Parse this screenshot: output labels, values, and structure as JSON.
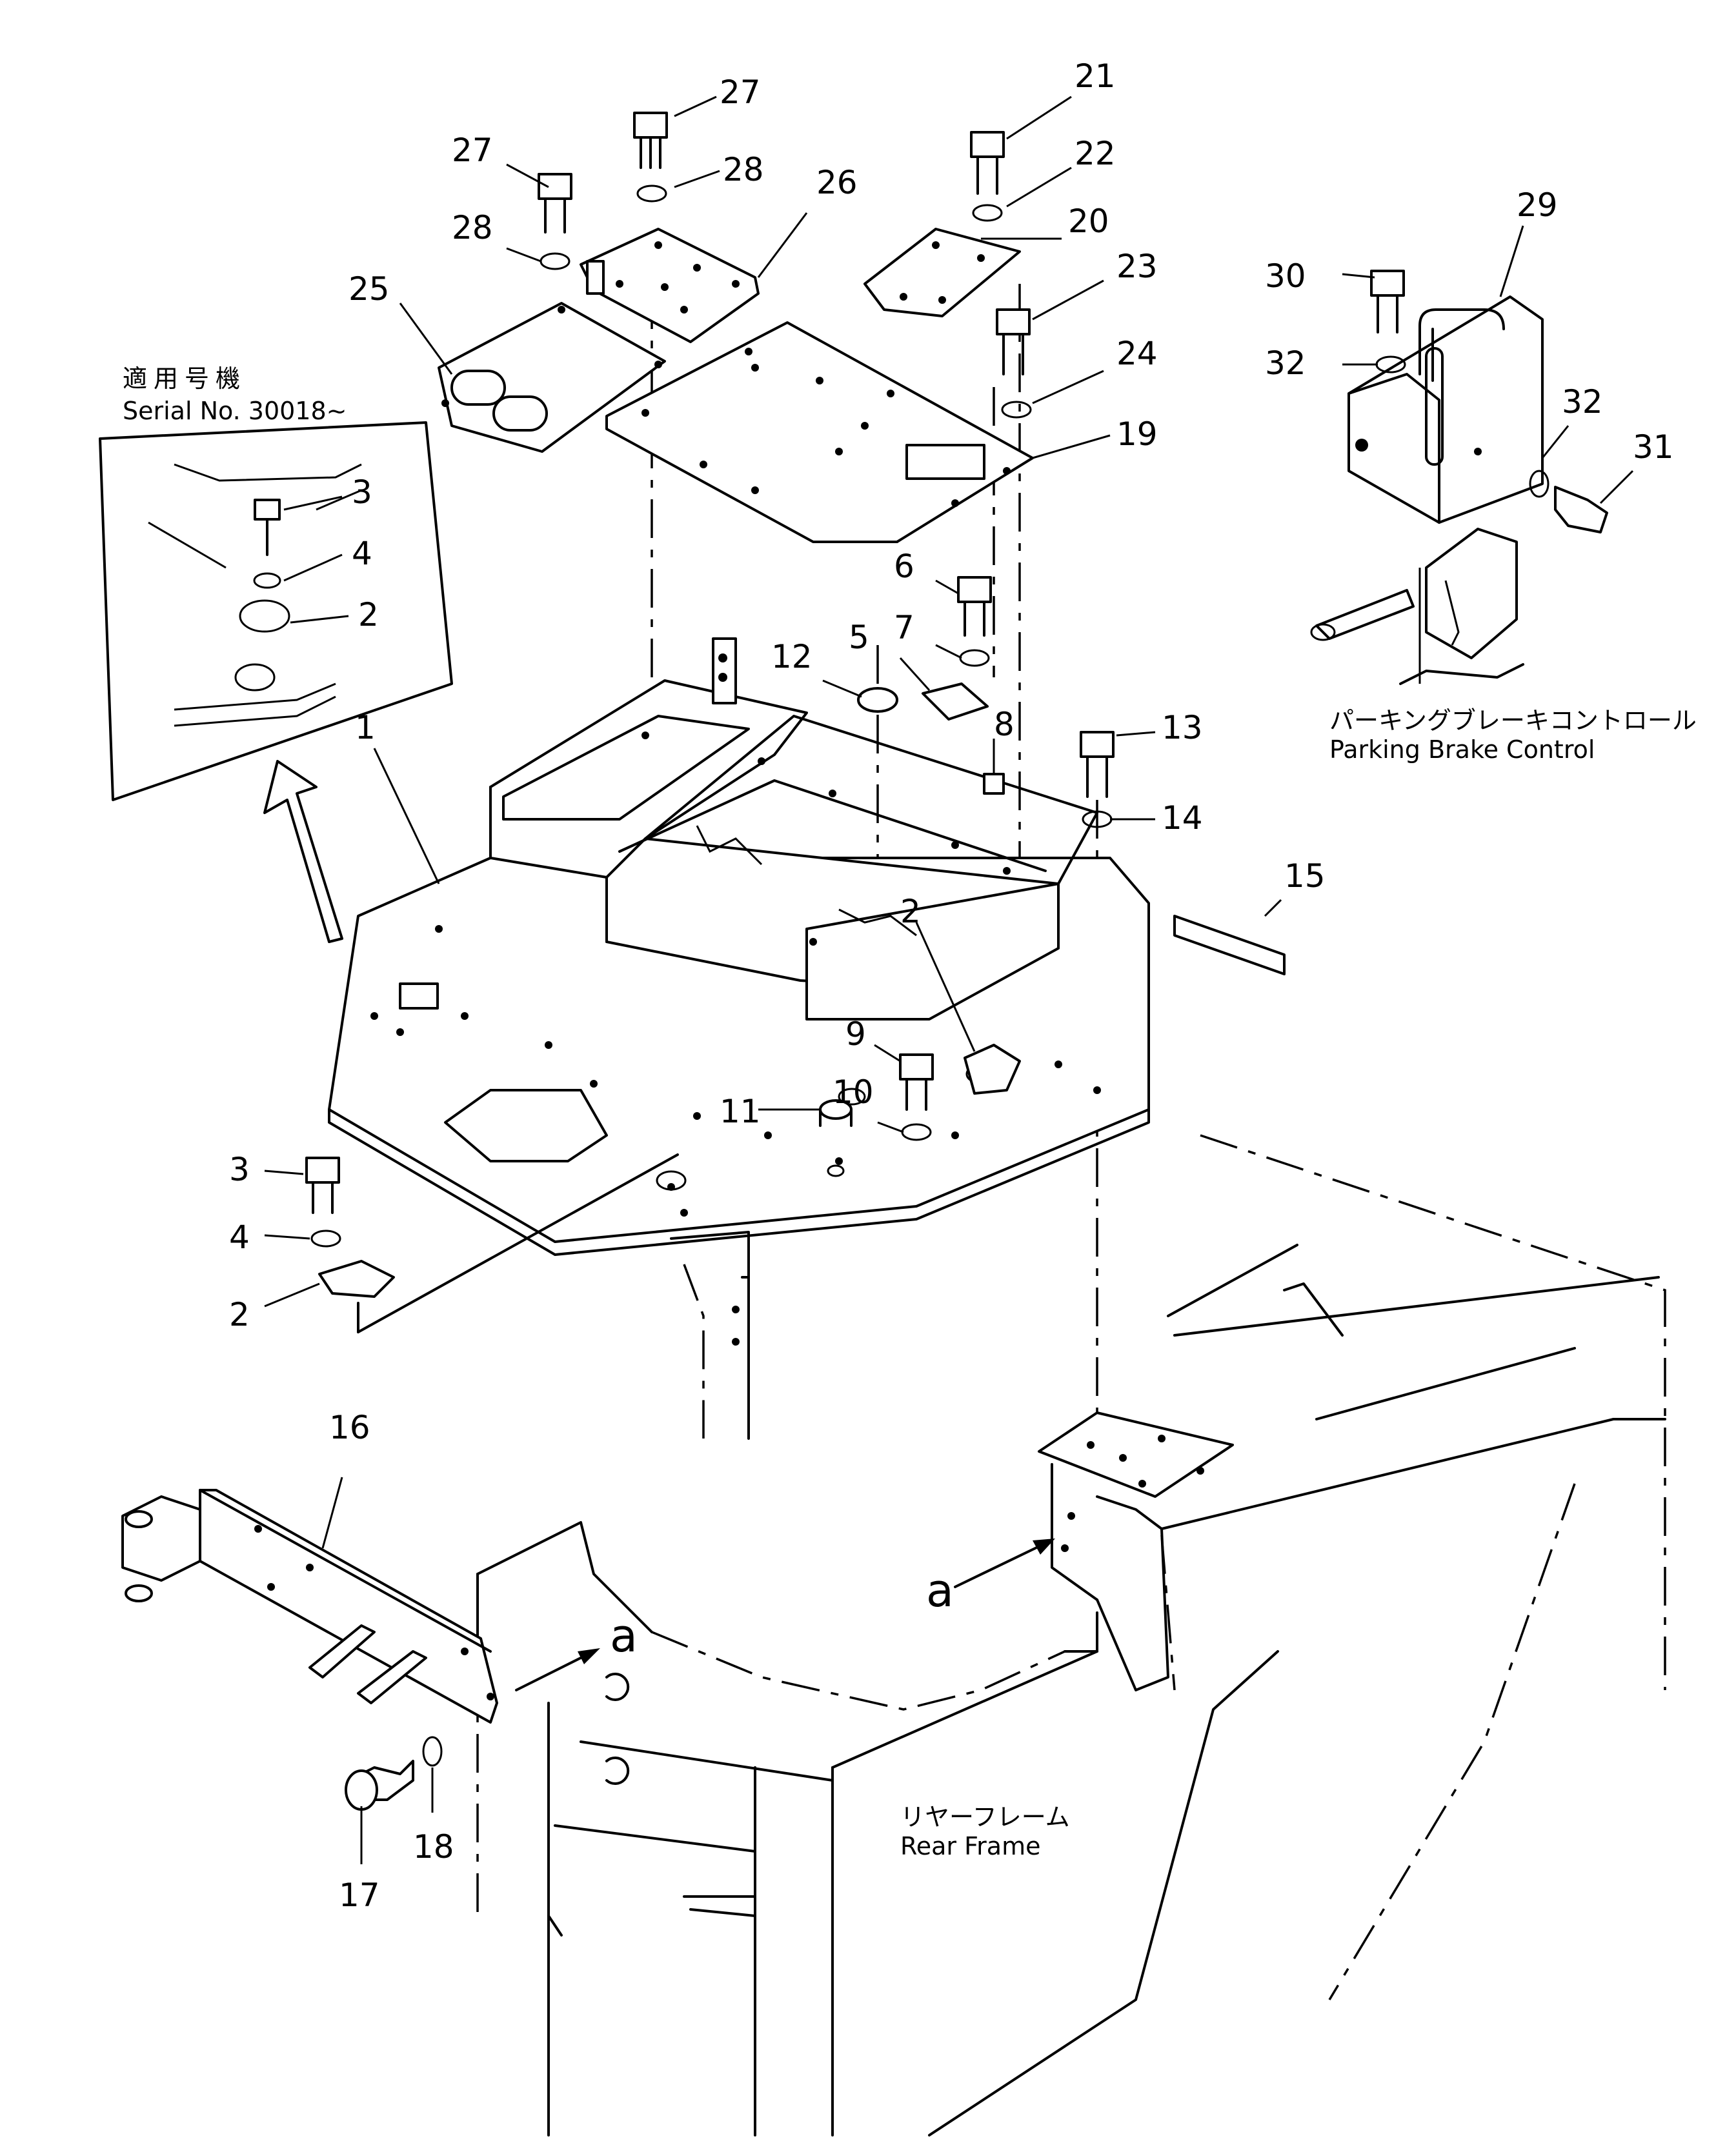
{
  "callouts": [
    "1",
    "2",
    "2",
    "2",
    "3",
    "3",
    "4",
    "4",
    "5",
    "6",
    "7",
    "8",
    "9",
    "10",
    "11",
    "12",
    "13",
    "14",
    "15",
    "16",
    "17",
    "18",
    "19",
    "20",
    "21",
    "22",
    "23",
    "24",
    "25",
    "26",
    "27",
    "27",
    "28",
    "28",
    "29",
    "30",
    "31",
    "32",
    "32"
  ],
  "inset": {
    "applicable_jp": "適用号機",
    "serial": "Serial No. 30018~"
  },
  "parking_brake": {
    "jp": "パーキングブレーキコントロール",
    "en": "Parking Brake Control"
  },
  "rear_frame": {
    "jp": "リヤーフレーム",
    "en": "Rear Frame"
  },
  "reference_marks": [
    "a",
    "a"
  ]
}
